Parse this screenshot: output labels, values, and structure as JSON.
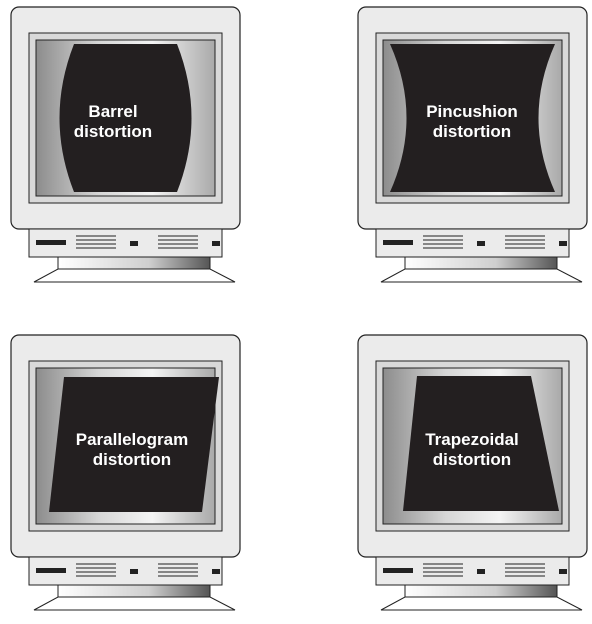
{
  "monitors": [
    {
      "name": "barrel",
      "line1": "Barrel",
      "line2": "distortion"
    },
    {
      "name": "pincushion",
      "line1": "Pincushion",
      "line2": "distortion"
    },
    {
      "name": "parallelogram",
      "line1": "Parallelogram",
      "line2": "distortion"
    },
    {
      "name": "trapezoidal",
      "line1": "Trapezoidal",
      "line2": "distortion"
    }
  ],
  "colors": {
    "screen": "#231f20",
    "bezel": "#ebebeb",
    "outline": "#222222"
  }
}
